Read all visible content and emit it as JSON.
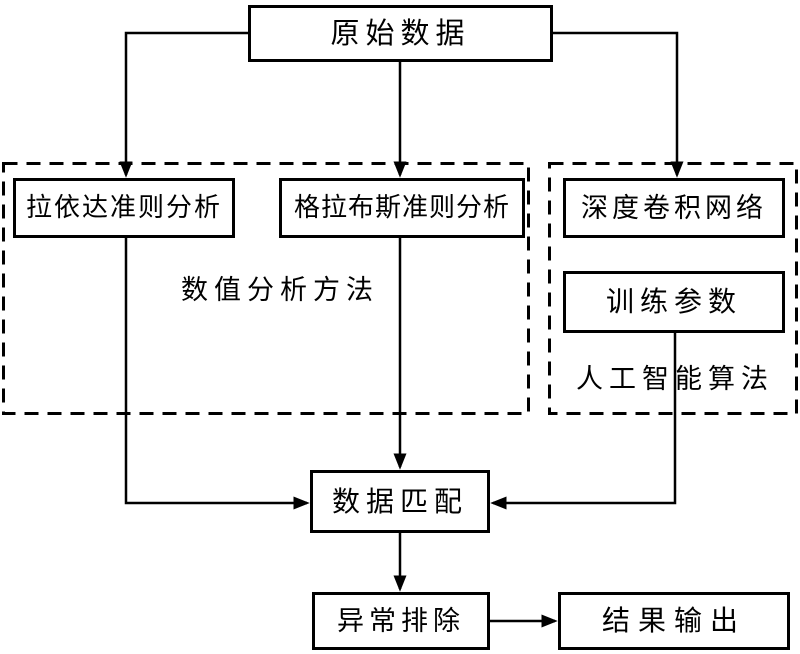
{
  "diagram": {
    "nodes": {
      "raw_data": "原始数据",
      "pauta_analysis": "拉依达准则分析",
      "grubbs_analysis": "格拉布斯准则分析",
      "deep_cnn": "深度卷积网络",
      "training_params": "训练参数",
      "data_matching": "数据匹配",
      "anomaly_elimination": "异常排除",
      "result_output": "结果输出"
    },
    "groups": {
      "numerical_methods": {
        "label": "数值分析方法",
        "members": [
          "拉依达准则分析",
          "格拉布斯准则分析"
        ]
      },
      "ai_algorithms": {
        "label": "人工智能算法",
        "members": [
          "深度卷积网络",
          "训练参数"
        ]
      }
    },
    "edges": [
      {
        "from": "原始数据",
        "to": "拉依达准则分析"
      },
      {
        "from": "原始数据",
        "to": "格拉布斯准则分析"
      },
      {
        "from": "原始数据",
        "to": "深度卷积网络"
      },
      {
        "from": "拉依达准则分析",
        "to": "数据匹配"
      },
      {
        "from": "格拉布斯准则分析",
        "to": "数据匹配"
      },
      {
        "from": "训练参数",
        "to": "数据匹配"
      },
      {
        "from": "数据匹配",
        "to": "异常排除"
      },
      {
        "from": "异常排除",
        "to": "结果输出"
      }
    ],
    "colors": {
      "line": "#000000",
      "text": "#000000",
      "box_background": "#ffffff",
      "page_background": "#ffffff"
    }
  }
}
